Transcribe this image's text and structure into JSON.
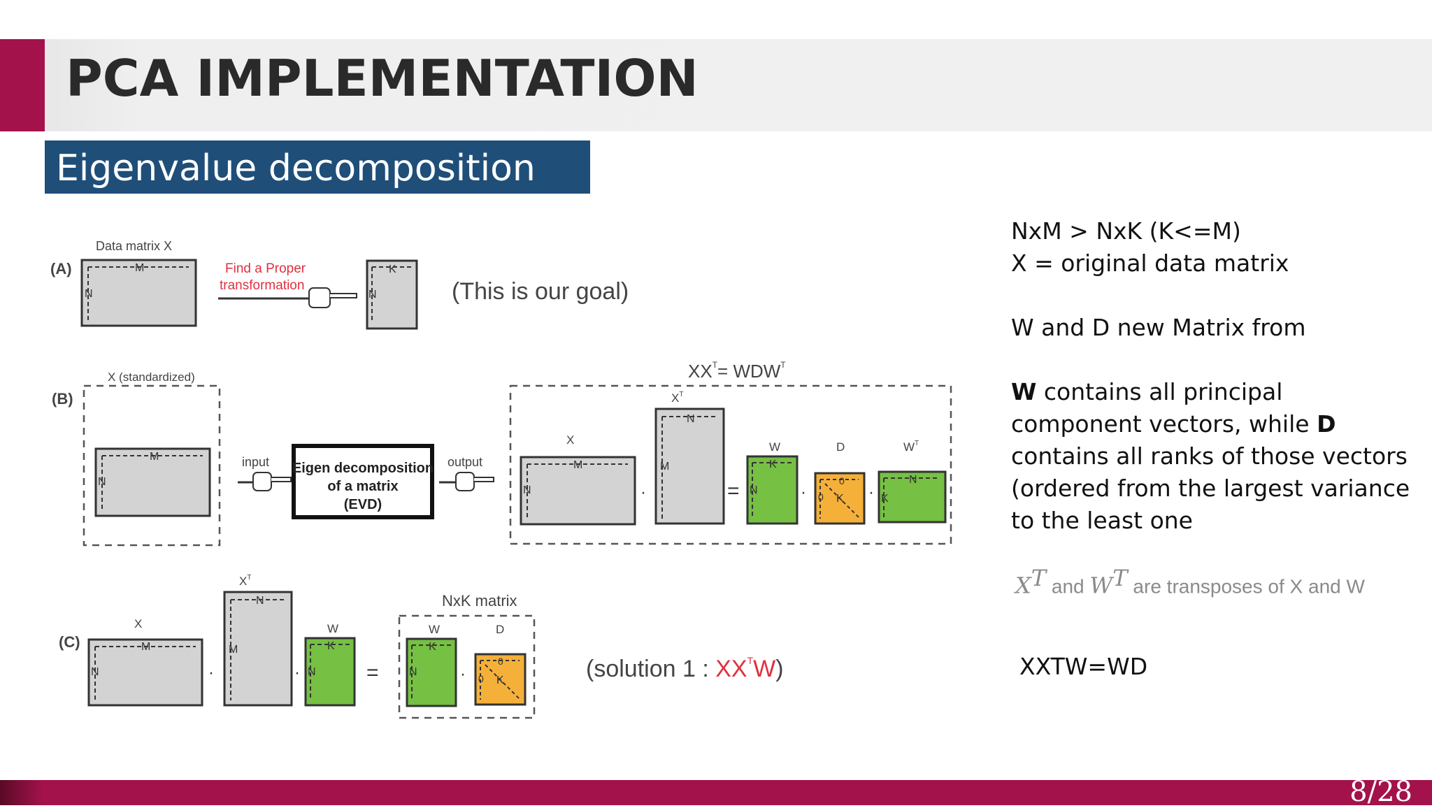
{
  "slide": {
    "title": "PCA IMPLEMENTATION",
    "subtitle": "Eigenvalue decomposition",
    "page": "8/28"
  },
  "notes": {
    "line1": "NxM > NxK (K<=M)",
    "line2": "X = original data matrix",
    "line3": "W and D new Matrix from",
    "para_w_bold": "W",
    "para_part1": " contains all principal component vectors, while ",
    "para_d_bold": "D",
    "para_part2": " contains all ranks of those vectors (ordered from the largest variance to the least one",
    "transpose_sym1": "X",
    "transpose_sup1": "T",
    "transpose_and": " and ",
    "transpose_sym2": "W",
    "transpose_sup2": "T",
    "transpose_rest": " are transposes of X and W",
    "equation": "XXTW=WD"
  },
  "diagram": {
    "a": {
      "label": "(A)",
      "matrix_title": "Data matrix X",
      "M": "M",
      "N": "N",
      "K": "K",
      "arrow_text1": "Find a Proper",
      "arrow_text2": "transformation",
      "goal": "(This is our goal)"
    },
    "b": {
      "label": "(B)",
      "x_std": "X (standardized)",
      "M": "M",
      "N": "N",
      "K": "K",
      "input": "input",
      "output": "output",
      "evd1": "Eigen decomposition",
      "evd2": "of a matrix",
      "evd3": "(EVD)",
      "eq_lhs": "XX",
      "eq_sup": "T",
      "eq_rhs": "= WDW",
      "eq_rhs_sup": "T",
      "X": "X",
      "XT": "X",
      "T": "T",
      "W": "W",
      "D": "D",
      "WT": "W",
      "zero": "0",
      "dot": "·",
      "equals": "="
    },
    "c": {
      "label": "(C)",
      "nxk": "NxK matrix",
      "M": "M",
      "N": "N",
      "K": "K",
      "X": "X",
      "XT": "X",
      "T": "T",
      "W": "W",
      "D": "D",
      "zero": "0",
      "sol_prefix": "(solution 1 : ",
      "sol_expr": "XX",
      "sol_sup": "T",
      "sol_w": "W",
      "sol_suffix": ")"
    }
  },
  "colors": {
    "accent": "#a3124b",
    "subtitle_bg": "#1f4e79",
    "green": "#76c043",
    "orange": "#f5b03a",
    "gray": "#d3d3d3",
    "red_text": "#e03040"
  }
}
